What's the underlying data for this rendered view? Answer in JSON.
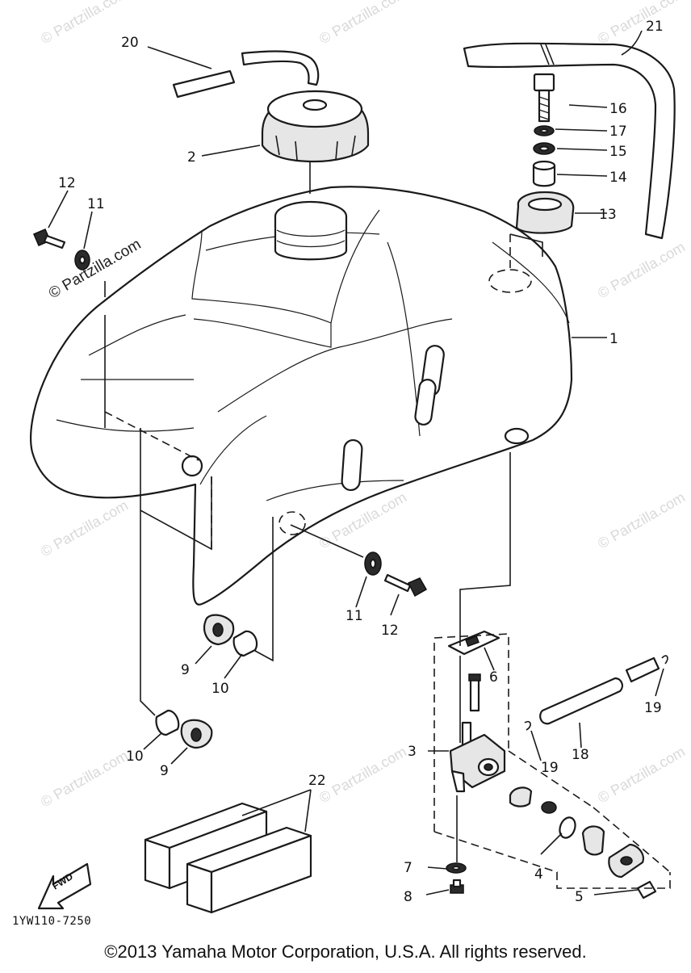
{
  "copyright": "©2013 Yamaha Motor Corporation, U.S.A. All rights reserved.",
  "diagram_code": "1YW110-7250",
  "fwd_label": "FWD",
  "watermark": "© Partzilla.com",
  "callouts": {
    "c1": "1",
    "c2": "2",
    "c3": "3",
    "c4": "4",
    "c5": "5",
    "c6": "6",
    "c7": "7",
    "c8": "8",
    "c9a": "9",
    "c9b": "9",
    "c10a": "10",
    "c10b": "10",
    "c11a": "11",
    "c11b": "11",
    "c12a": "12",
    "c12b": "12",
    "c13": "13",
    "c14": "14",
    "c15": "15",
    "c16": "16",
    "c17": "17",
    "c18": "18",
    "c19a": "19",
    "c19b": "19",
    "c20": "20",
    "c21": "21",
    "c22": "22"
  }
}
